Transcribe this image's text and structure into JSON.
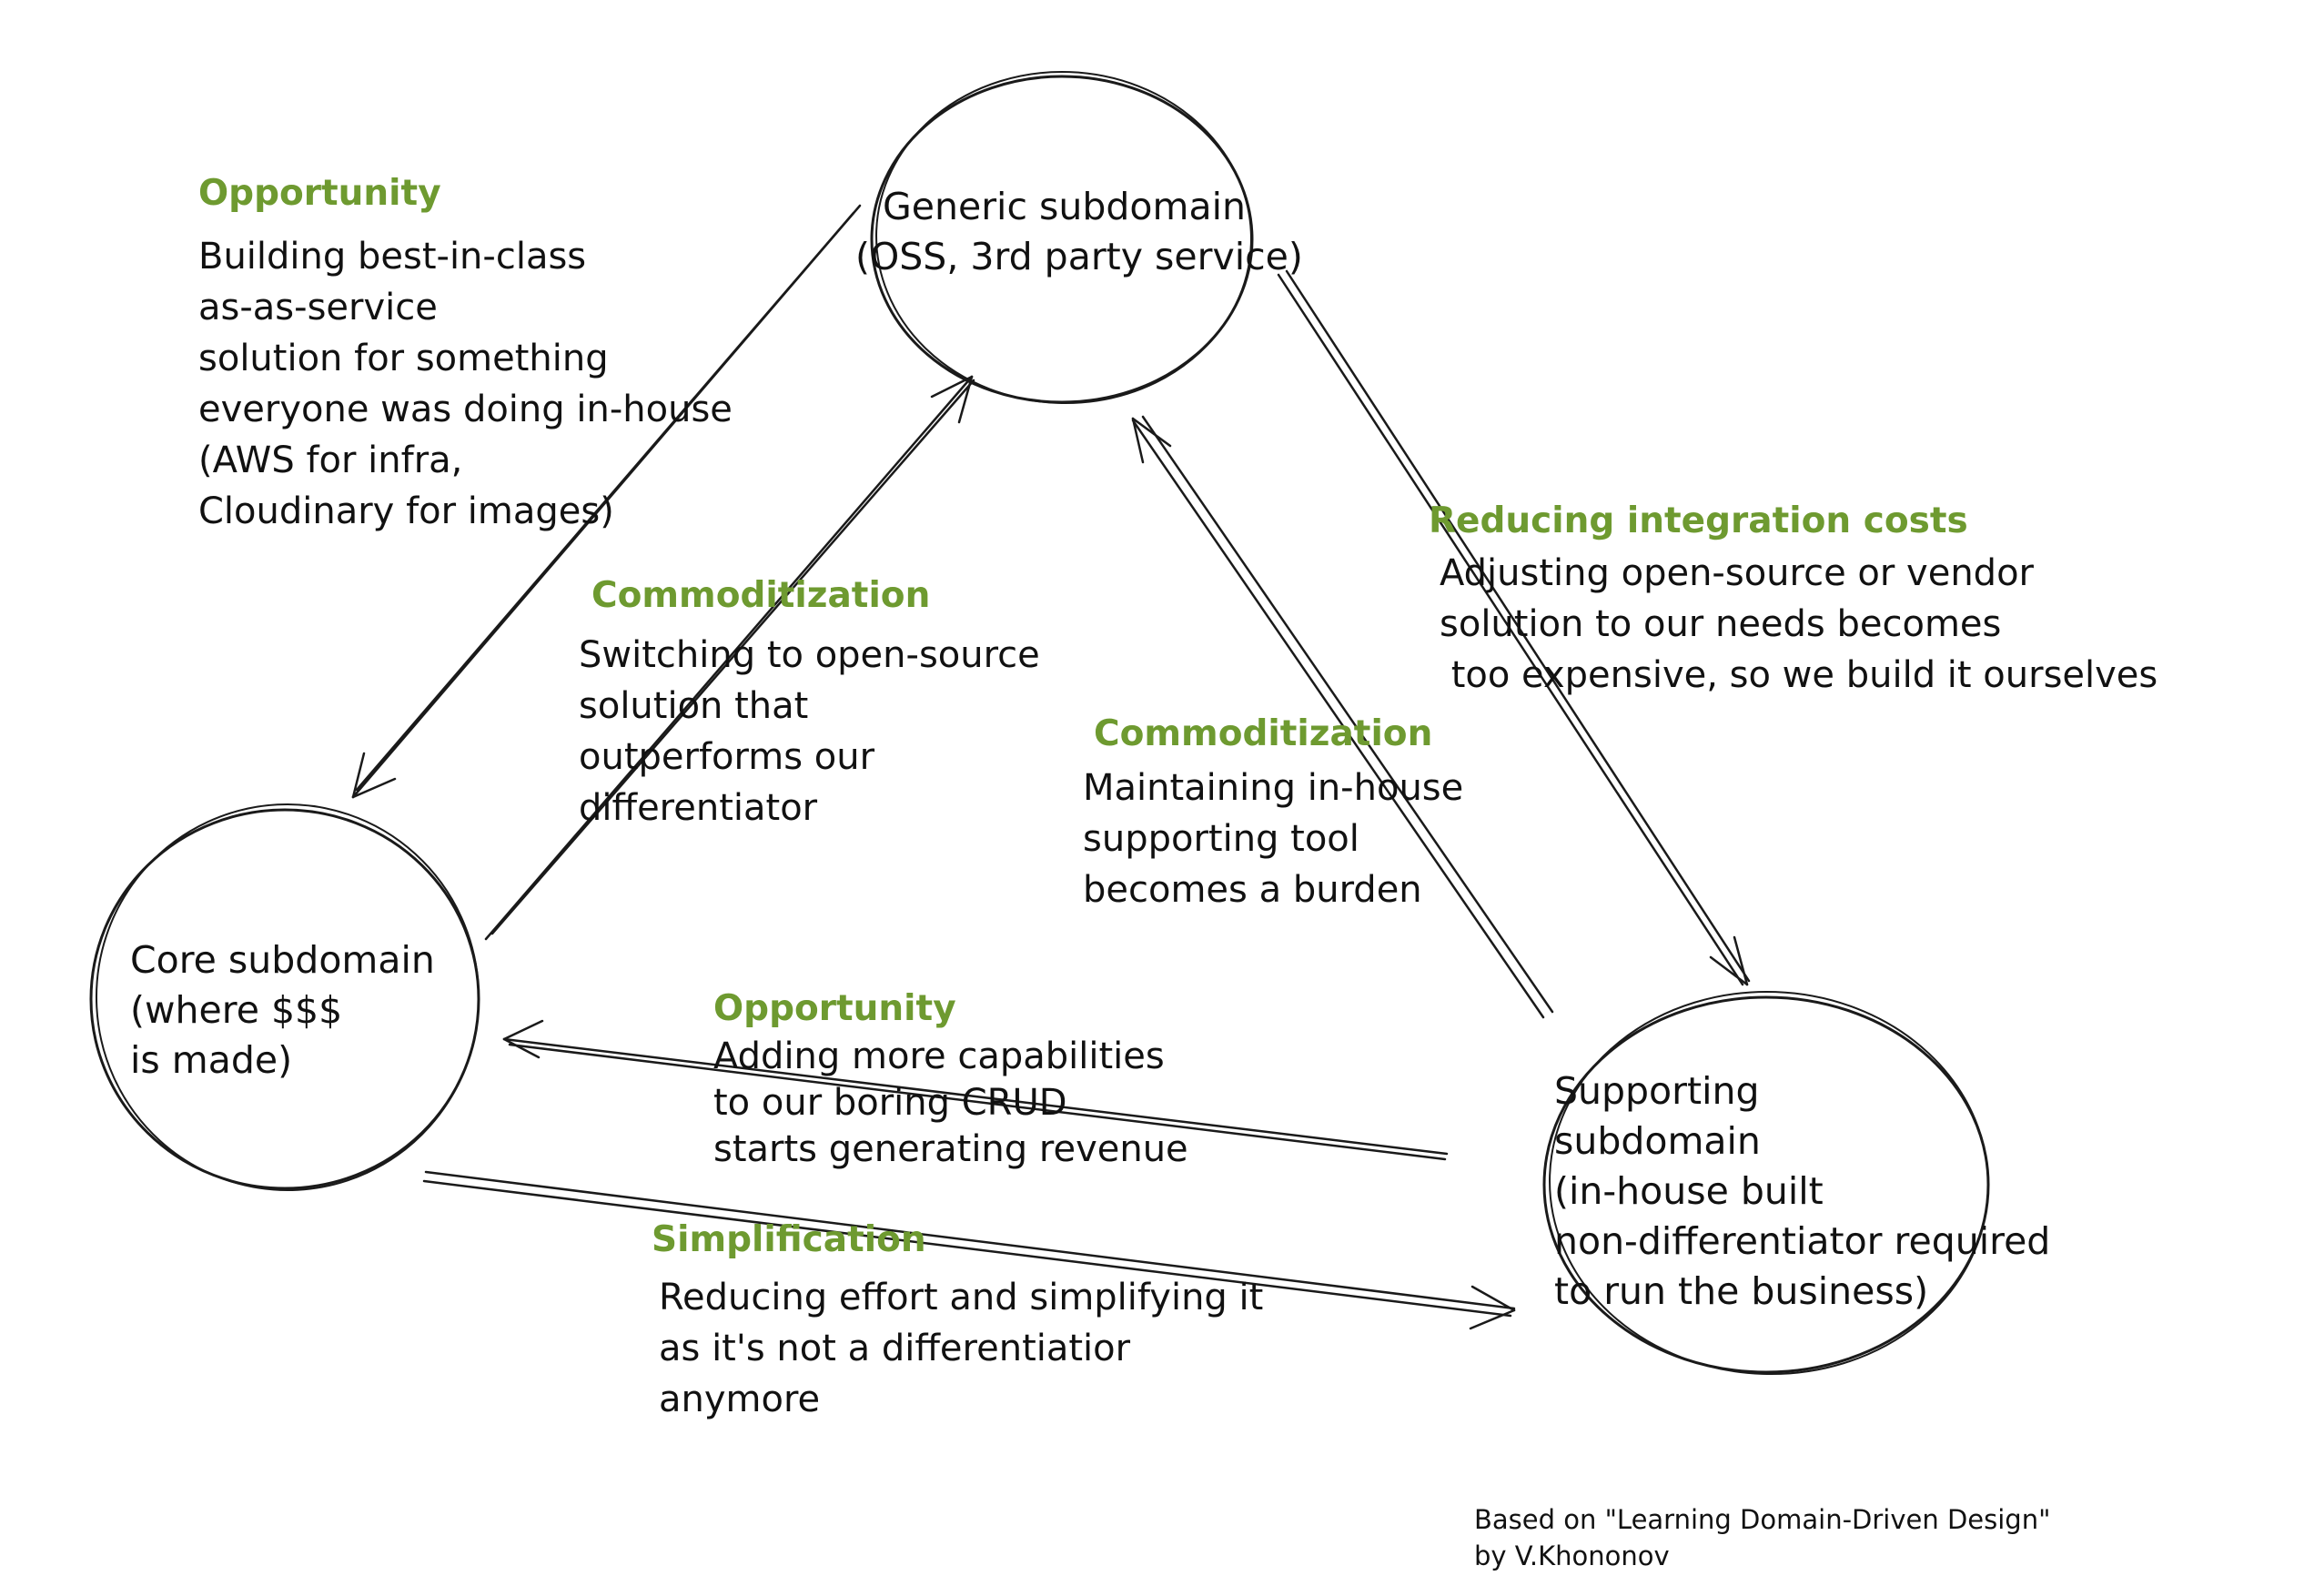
{
  "nodes": {
    "generic": {
      "lines": [
        "Generic subdomain",
        "(OSS, 3rd party service)"
      ]
    },
    "core": {
      "lines": [
        "Core subdomain",
        "(where $$$",
        "is made)"
      ]
    },
    "supporting": {
      "lines": [
        "Supporting",
        "subdomain",
        "(in-house built",
        "non-differentiator required",
        "to run the business)"
      ]
    }
  },
  "edges": {
    "generic_to_core": {
      "title": "Opportunity",
      "lines": [
        "Building best-in-class",
        "as-as-service",
        "solution for something",
        "everyone was doing in-house",
        "(AWS for infra,",
        "Cloudinary for images)"
      ]
    },
    "core_to_generic": {
      "title": "Commoditization",
      "lines": [
        "Switching to open-source",
        "solution that",
        "outperforms our",
        "differentiator"
      ]
    },
    "generic_to_supporting": {
      "title": "Reducing integration costs",
      "lines": [
        "Adjusting open-source or vendor",
        "solution to our needs becomes",
        " too expensive, so we build it ourselves"
      ]
    },
    "supporting_to_generic": {
      "title": "Commoditization",
      "lines": [
        "Maintaining in-house",
        "supporting tool",
        "becomes a burden"
      ]
    },
    "supporting_to_core": {
      "title": "Opportunity",
      "lines": [
        "Adding more capabilities",
        "to our boring CRUD",
        "starts generating revenue"
      ]
    },
    "core_to_supporting": {
      "title": "Simplification",
      "lines": [
        "Reducing effort and simplifying it",
        "as it's not a differentiatior",
        "anymore"
      ]
    }
  },
  "credit": {
    "lines": [
      "Based on \"Learning Domain-Driven Design\"",
      "by V.Khononov"
    ]
  },
  "colors": {
    "title": "#6e9a30",
    "text": "#111111",
    "stroke": "#1a1a1a"
  }
}
